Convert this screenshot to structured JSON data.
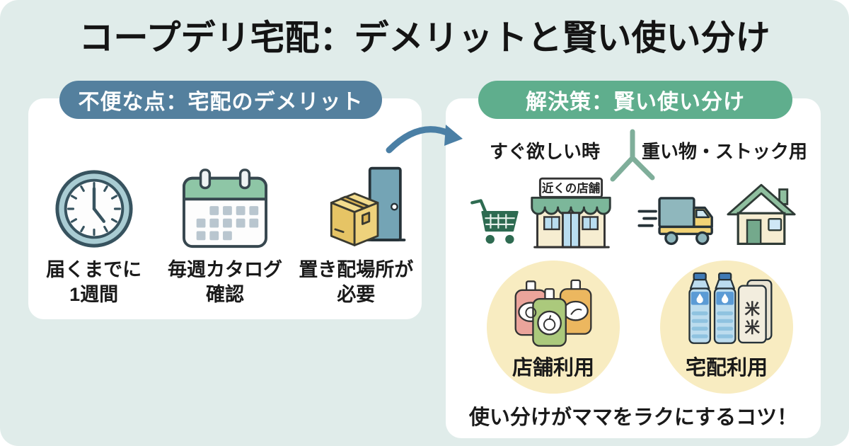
{
  "title": "コープデリ宅配：デメリットと賢い使い分け",
  "colors": {
    "background": "#e0ecea",
    "left_accent": "#54809e",
    "right_accent": "#5fae8d",
    "arrow": "#4a7fa5",
    "branch_line": "#7fae9a",
    "circle_yellow": "#f8ecc1"
  },
  "left_panel": {
    "header": "不便な点：宅配のデメリット",
    "items": [
      {
        "icon": "clock-icon",
        "line1": "届くまでに",
        "line2": "1週間"
      },
      {
        "icon": "calendar-icon",
        "line1": "毎週カタログ",
        "line2": "確認"
      },
      {
        "icon": "box-at-door-icon",
        "line1": "置き配場所が",
        "line2": "必要"
      }
    ]
  },
  "right_panel": {
    "header": "解決策：賢い使い分け",
    "left_branch": {
      "label": "すぐ欲しい時",
      "store_sign": "近くの店舗",
      "circle_label": "店舗利用"
    },
    "right_branch": {
      "label": "重い物・ストック用",
      "rice_char": "米",
      "circle_label": "宅配利用"
    },
    "footer": "使い分けがママをラクにするコツ！"
  }
}
